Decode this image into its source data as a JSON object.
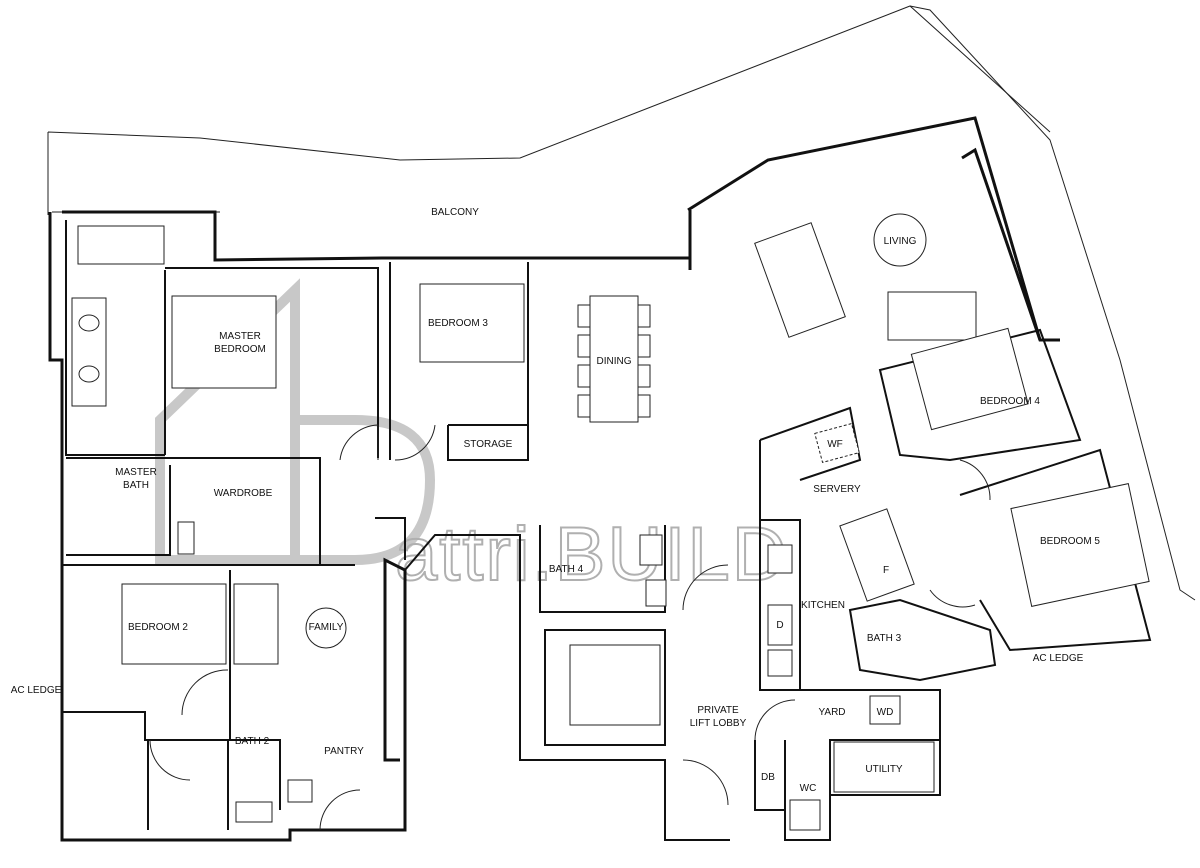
{
  "rooms": {
    "balcony": "BALCONY",
    "living": "LIVING",
    "master_bedroom_1": "MASTER",
    "master_bedroom_2": "BEDROOM",
    "bedroom3": "BEDROOM 3",
    "dining": "DINING",
    "storage": "STORAGE",
    "bedroom4": "BEDROOM 4",
    "wf": "WF",
    "servery": "SERVERY",
    "bedroom5": "BEDROOM 5",
    "master_bath_1": "MASTER",
    "master_bath_2": "BATH",
    "wardrobe": "WARDROBE",
    "bath4": "BATH 4",
    "fridge": "F",
    "kitchen": "KITCHEN",
    "bedroom2": "BEDROOM 2",
    "family": "FAMILY",
    "dryer": "D",
    "bath3": "BATH 3",
    "ac_ledge_right": "AC LEDGE",
    "ac_ledge_left": "AC LEDGE",
    "private_lift_lobby_1": "PRIVATE",
    "private_lift_lobby_2": "LIFT LOBBY",
    "yard": "YARD",
    "wd": "WD",
    "bath2": "BATH 2",
    "pantry": "PANTRY",
    "utility": "UTILITY",
    "db": "DB",
    "wc": "WC"
  },
  "watermark": {
    "logo_text": "attri.BUILD"
  }
}
